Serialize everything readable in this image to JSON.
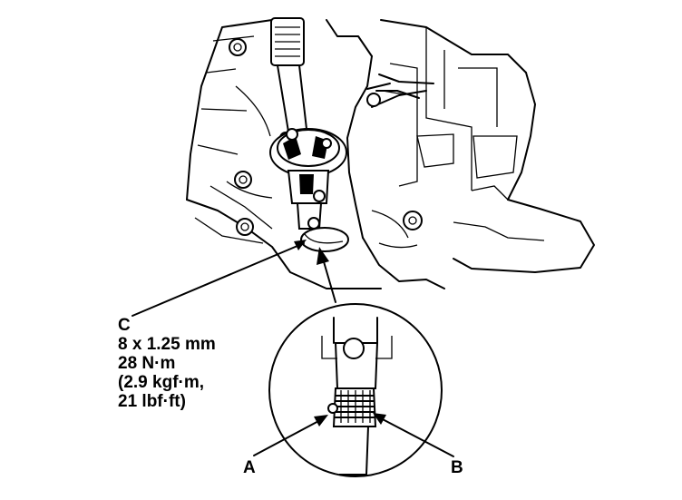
{
  "callouts": {
    "c": {
      "letter": "C",
      "lines": [
        "8 x 1.25 mm",
        "28 N·m",
        "(2.9 kgf·m,",
        "21 lbf·ft)"
      ]
    },
    "a": {
      "letter": "A"
    },
    "b": {
      "letter": "B"
    }
  },
  "colors": {
    "ink": "#000000",
    "paper": "#ffffff"
  }
}
